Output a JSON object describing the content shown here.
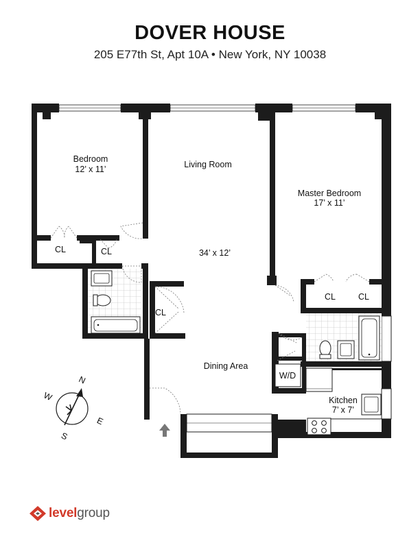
{
  "header": {
    "title": "DOVER HOUSE",
    "address": "205 E77th St, Apt 10A • New York, NY 10038"
  },
  "rooms": {
    "bedroom_name": "Bedroom",
    "bedroom_size": "12’ x 11’",
    "living_name": "Living Room",
    "living_size": "34’ x 12’",
    "master_name": "Master Bedroom",
    "master_size": "17’ x 11’",
    "dining_name": "Dining Area",
    "kitchen_name": "Kitchen",
    "kitchen_size": "7’ x 7’",
    "closet_1": "CL",
    "closet_2": "CL",
    "closet_3": "CL",
    "closet_4": "CL",
    "closet_5": "CL",
    "laundry": "W/D"
  },
  "compass": {
    "n": "N",
    "e": "E",
    "s": "S",
    "w": "W"
  },
  "logo": {
    "part1": "level",
    "part2": "group"
  },
  "colors": {
    "wall": "#1c1c1c",
    "brand": "#d23a2a"
  }
}
